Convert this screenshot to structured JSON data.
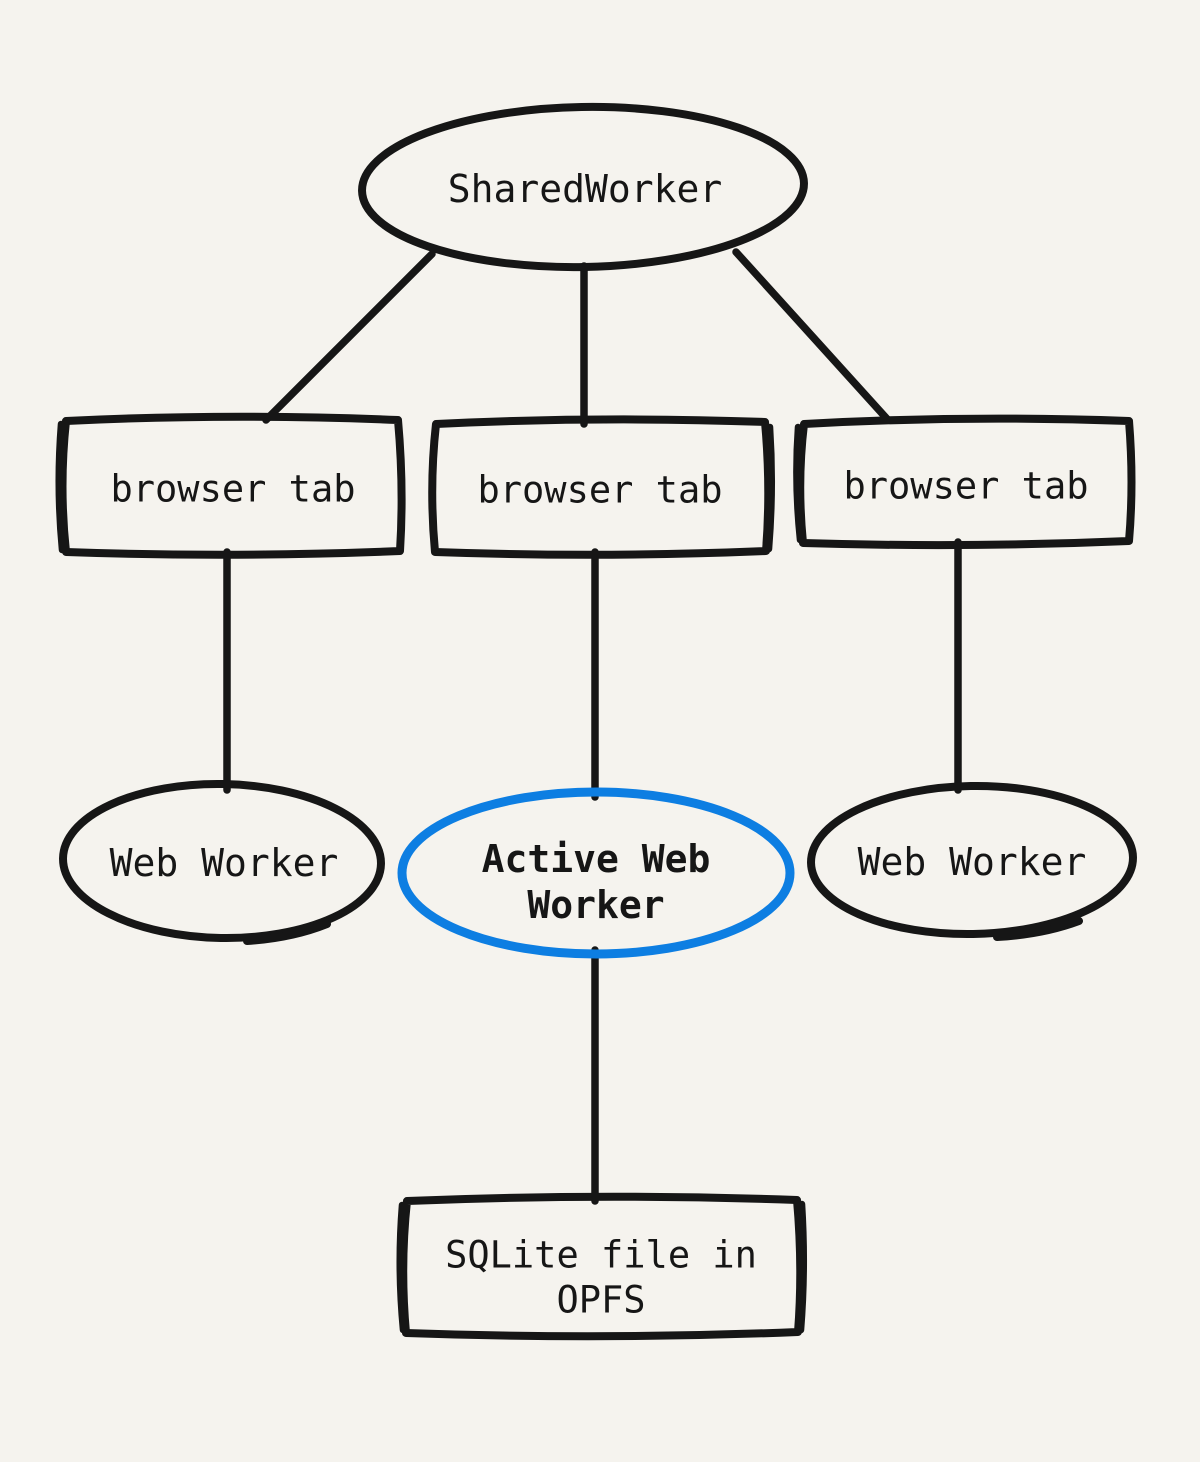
{
  "colors": {
    "background": "#f5f3ee",
    "ink": "#161616",
    "accent": "#0d7ee2"
  },
  "nodes": {
    "shared_worker": {
      "label": "SharedWorker",
      "shape": "ellipse"
    },
    "browser_tab_left": {
      "label": "browser tab",
      "shape": "rectangle"
    },
    "browser_tab_center": {
      "label": "browser tab",
      "shape": "rectangle"
    },
    "browser_tab_right": {
      "label": "browser tab",
      "shape": "rectangle"
    },
    "web_worker_left": {
      "label": "Web Worker",
      "shape": "ellipse"
    },
    "active_web_worker": {
      "label_line1": "Active Web",
      "label_line2": "Worker",
      "shape": "ellipse",
      "color": "#0d7ee2"
    },
    "web_worker_right": {
      "label": "Web Worker",
      "shape": "ellipse"
    },
    "sqlite_opfs": {
      "label_line1": "SQLite file in",
      "label_line2": "OPFS",
      "shape": "rectangle"
    }
  },
  "edges": [
    {
      "from": "shared_worker",
      "to": "browser_tab_left"
    },
    {
      "from": "shared_worker",
      "to": "browser_tab_center"
    },
    {
      "from": "shared_worker",
      "to": "browser_tab_right"
    },
    {
      "from": "browser_tab_left",
      "to": "web_worker_left"
    },
    {
      "from": "browser_tab_center",
      "to": "active_web_worker"
    },
    {
      "from": "browser_tab_right",
      "to": "web_worker_right"
    },
    {
      "from": "active_web_worker",
      "to": "sqlite_opfs"
    }
  ]
}
